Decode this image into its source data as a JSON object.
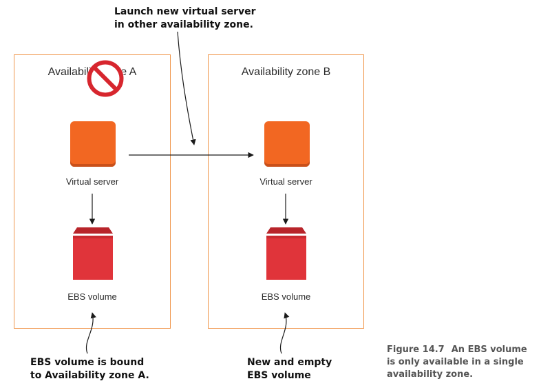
{
  "zones": [
    {
      "title": "Availability zone A",
      "server_label": "Virtual server",
      "volume_label": "EBS volume",
      "server_blocked": true
    },
    {
      "title": "Availability zone B",
      "server_label": "Virtual server",
      "volume_label": "EBS volume",
      "server_blocked": false
    }
  ],
  "callouts": {
    "launch": [
      "Launch new virtual server",
      "in other availability zone."
    ],
    "bound": [
      "EBS volume is bound",
      "to Availability zone A."
    ],
    "new_volume": [
      "New and empty",
      "EBS volume"
    ]
  },
  "caption": {
    "number": "Figure 14.7",
    "lines": [
      "An EBS volume",
      "is only available in a single",
      "availability zone."
    ]
  },
  "colors": {
    "zone_border": "#f0954a",
    "server": "#f26722",
    "volume": "#e0343a",
    "volume_top": "#b8242a",
    "prohibited": "#d7262e"
  },
  "icons": {
    "server": "virtual-server-icon",
    "volume": "ebs-volume-icon",
    "blocked": "prohibited-icon"
  }
}
